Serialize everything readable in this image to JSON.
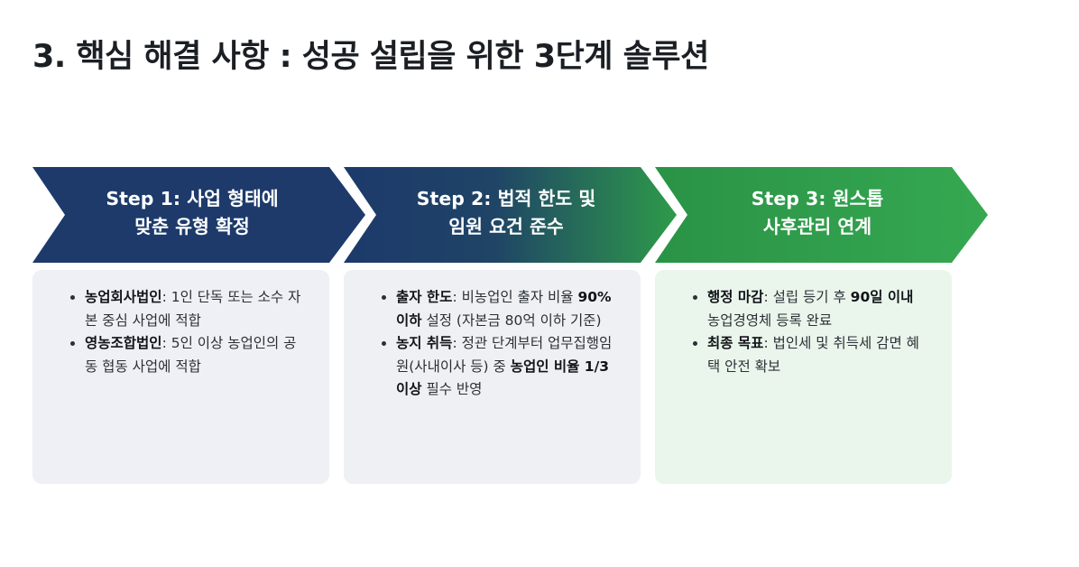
{
  "title": "3. 핵심 해결 사항 : 성공 설립을 위한 3단계 솔루션",
  "colors": {
    "step1": "#1d3a6b",
    "step2_start": "#1d3a6b",
    "step2_end": "#2e9a4a",
    "step3": "#2f9e4a",
    "card_neutral": "#eef0f5",
    "card_green": "#eaf6ec"
  },
  "steps": [
    {
      "line1": "Step 1: 사업 형태에",
      "line2": "맞춘 유형 확정",
      "bullets": [
        {
          "bold": "농업회사법인",
          "rest": ": 1인 단독 또는 소수 자본 중심 사업에 적합"
        },
        {
          "bold": "영농조합법인",
          "rest": ": 5인 이상 농업인의 공동 협동 사업에 적합"
        }
      ]
    },
    {
      "line1": "Step 2: 법적 한도 및",
      "line2": "임원 요건 준수",
      "bullets": [
        {
          "bold": "출자 한도",
          "rest": ": 비농업인 출자 비율 ",
          "bold2": "90% 이하",
          "rest2": " 설정 (자본금 80억 이하 기준)"
        },
        {
          "bold": "농지 취득",
          "rest": ": 정관 단계부터 업무집행임원(사내이사 등) 중 ",
          "bold2": "농업인 비율 1/3 이상",
          "rest2": " 필수 반영"
        }
      ]
    },
    {
      "line1": "Step 3: 원스톱",
      "line2": "사후관리 연계",
      "bullets": [
        {
          "bold": "행정 마감",
          "rest": ": 설립 등기 후 ",
          "bold2": "90일 이내",
          "rest2": " 농업경영체 등록 완료"
        },
        {
          "bold": "최종 목표",
          "rest": ": 법인세 및 취득세 감면 혜택 안전 확보"
        }
      ]
    }
  ]
}
